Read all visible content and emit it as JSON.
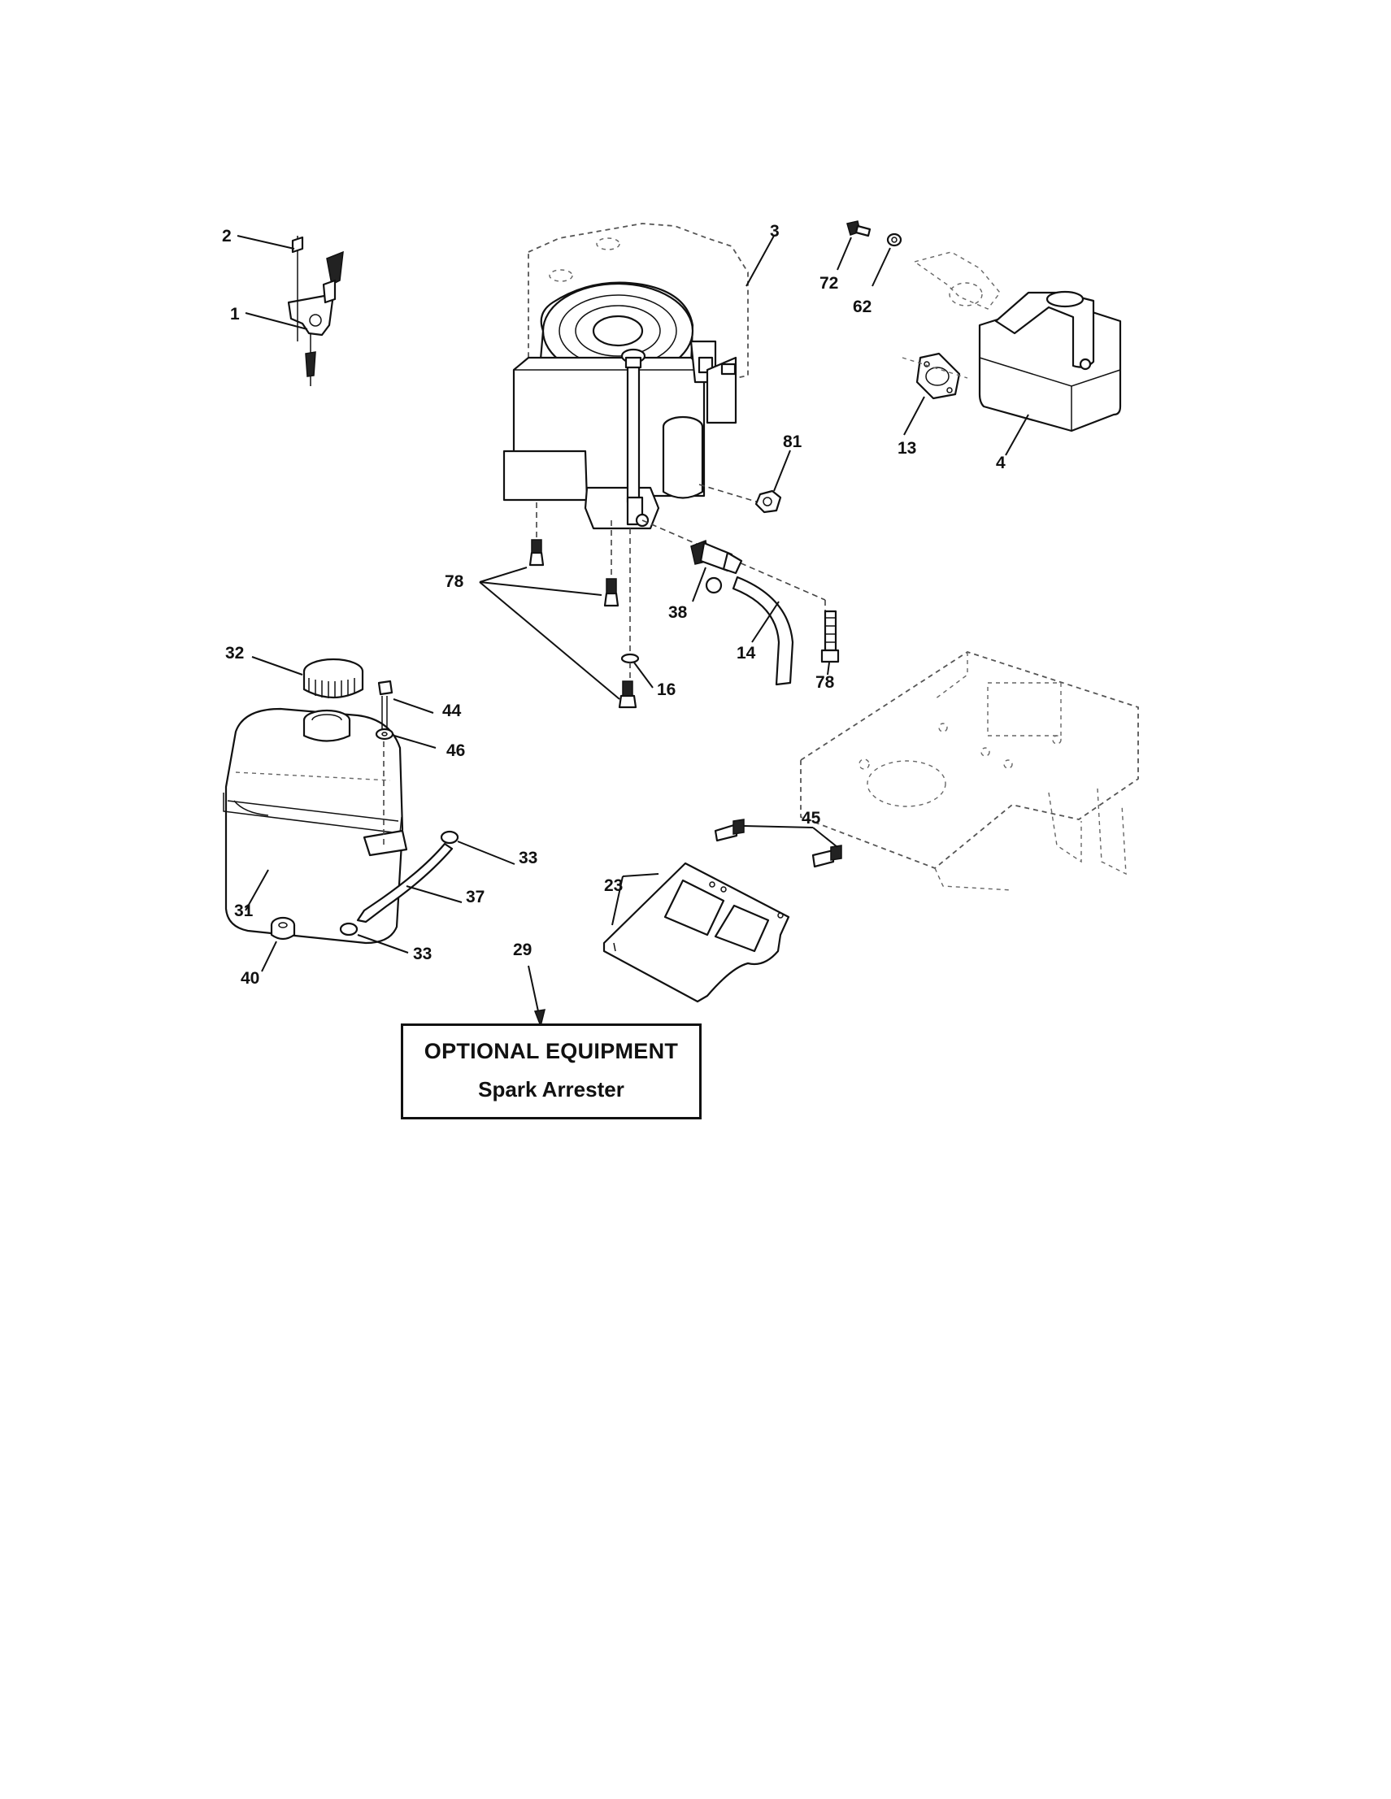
{
  "diagram": {
    "callouts": {
      "p1": "1",
      "p2": "2",
      "p3": "3",
      "p4": "4",
      "p13": "13",
      "p14": "14",
      "p16": "16",
      "p23": "23",
      "p29": "29",
      "p31": "31",
      "p32": "32",
      "p33a": "33",
      "p33b": "33",
      "p37": "37",
      "p38": "38",
      "p40": "40",
      "p44": "44",
      "p45": "45",
      "p46": "46",
      "p62": "62",
      "p72": "72",
      "p78a": "78",
      "p78b": "78",
      "p81": "81"
    },
    "optional_box": {
      "title": "OPTIONAL EQUIPMENT",
      "subtitle": "Spark Arrester"
    }
  }
}
